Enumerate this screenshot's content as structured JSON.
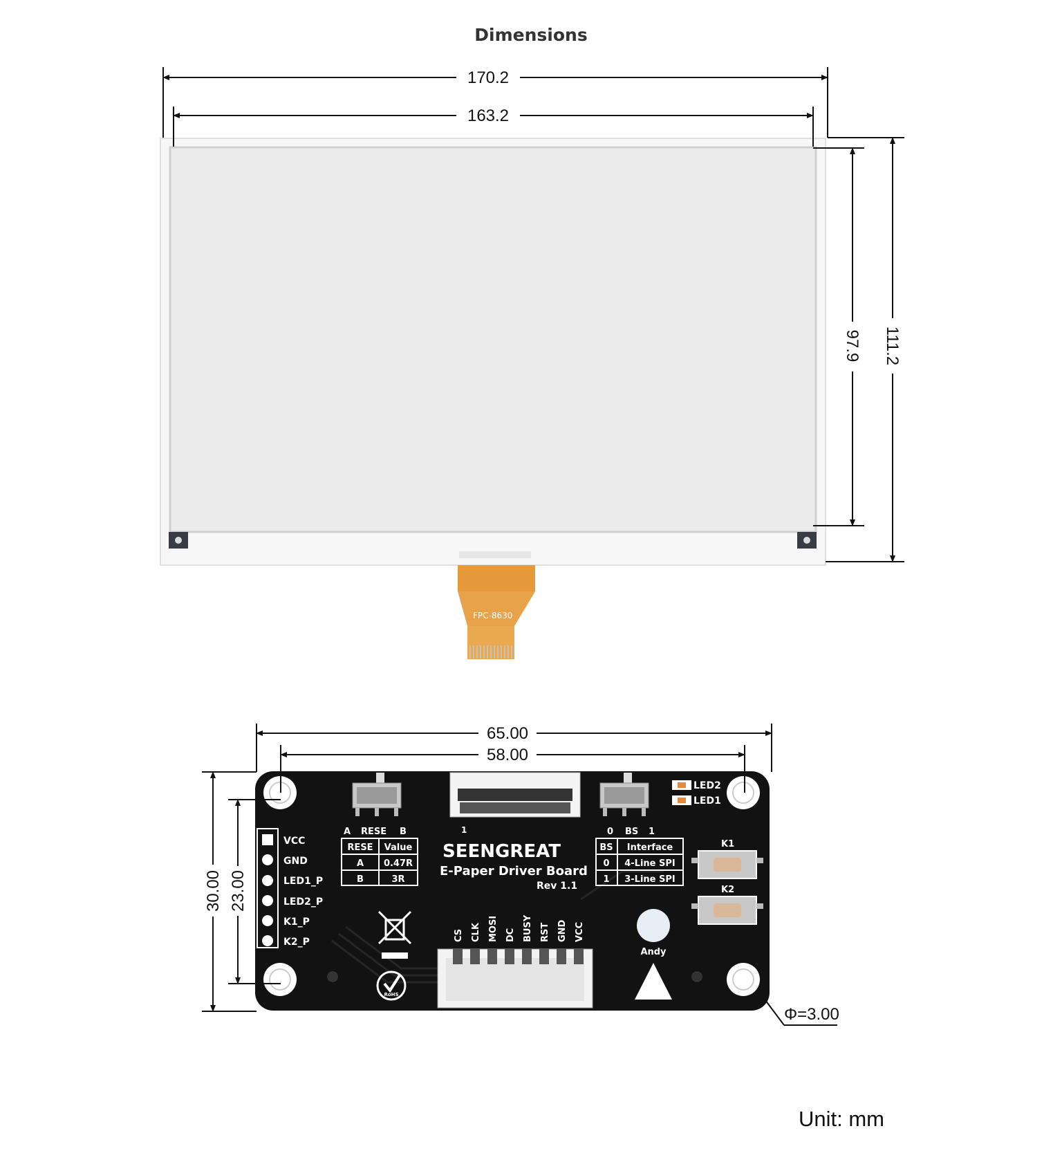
{
  "title": "Dimensions",
  "unit_note": "Unit: mm",
  "display": {
    "width_outer": "170.2",
    "width_active": "163.2",
    "height_active": "97.9",
    "height_outer": "111.2",
    "fpc_label": "FPC-8630"
  },
  "board": {
    "width_outer": "65.00",
    "width_holes": "58.00",
    "height_outer": "30.00",
    "height_holes": "23.00",
    "hole_diameter": "Φ=3.00",
    "brand": "SEENGREAT",
    "name": "E-Paper Driver Board",
    "rev": "Rev 1.1",
    "left_pins": [
      "VCC",
      "GND",
      "LED1_P",
      "LED2_P",
      "K1_P",
      "K2_P"
    ],
    "connector_pins": [
      "CS",
      "CLK",
      "MOSI",
      "DC",
      "BUSY",
      "RST",
      "GND",
      "VCC"
    ],
    "rese_switch": {
      "left": "A",
      "label": "RESE",
      "right": "B"
    },
    "bs_switch": {
      "left": "0",
      "label": "BS",
      "right": "1"
    },
    "fpc_pin1": "1",
    "rese_table": {
      "headers": [
        "RESE",
        "Value"
      ],
      "rows": [
        [
          "A",
          "0.47R"
        ],
        [
          "B",
          "3R"
        ]
      ]
    },
    "bs_table": {
      "headers": [
        "BS",
        "Interface"
      ],
      "rows": [
        [
          "0",
          "4-Line SPI"
        ],
        [
          "1",
          "3-Line SPI"
        ]
      ]
    },
    "leds": [
      "LED2",
      "LED1"
    ],
    "keys": [
      "K1",
      "K2"
    ],
    "logo_text": "Andy",
    "rohs_text": "RoHS"
  }
}
